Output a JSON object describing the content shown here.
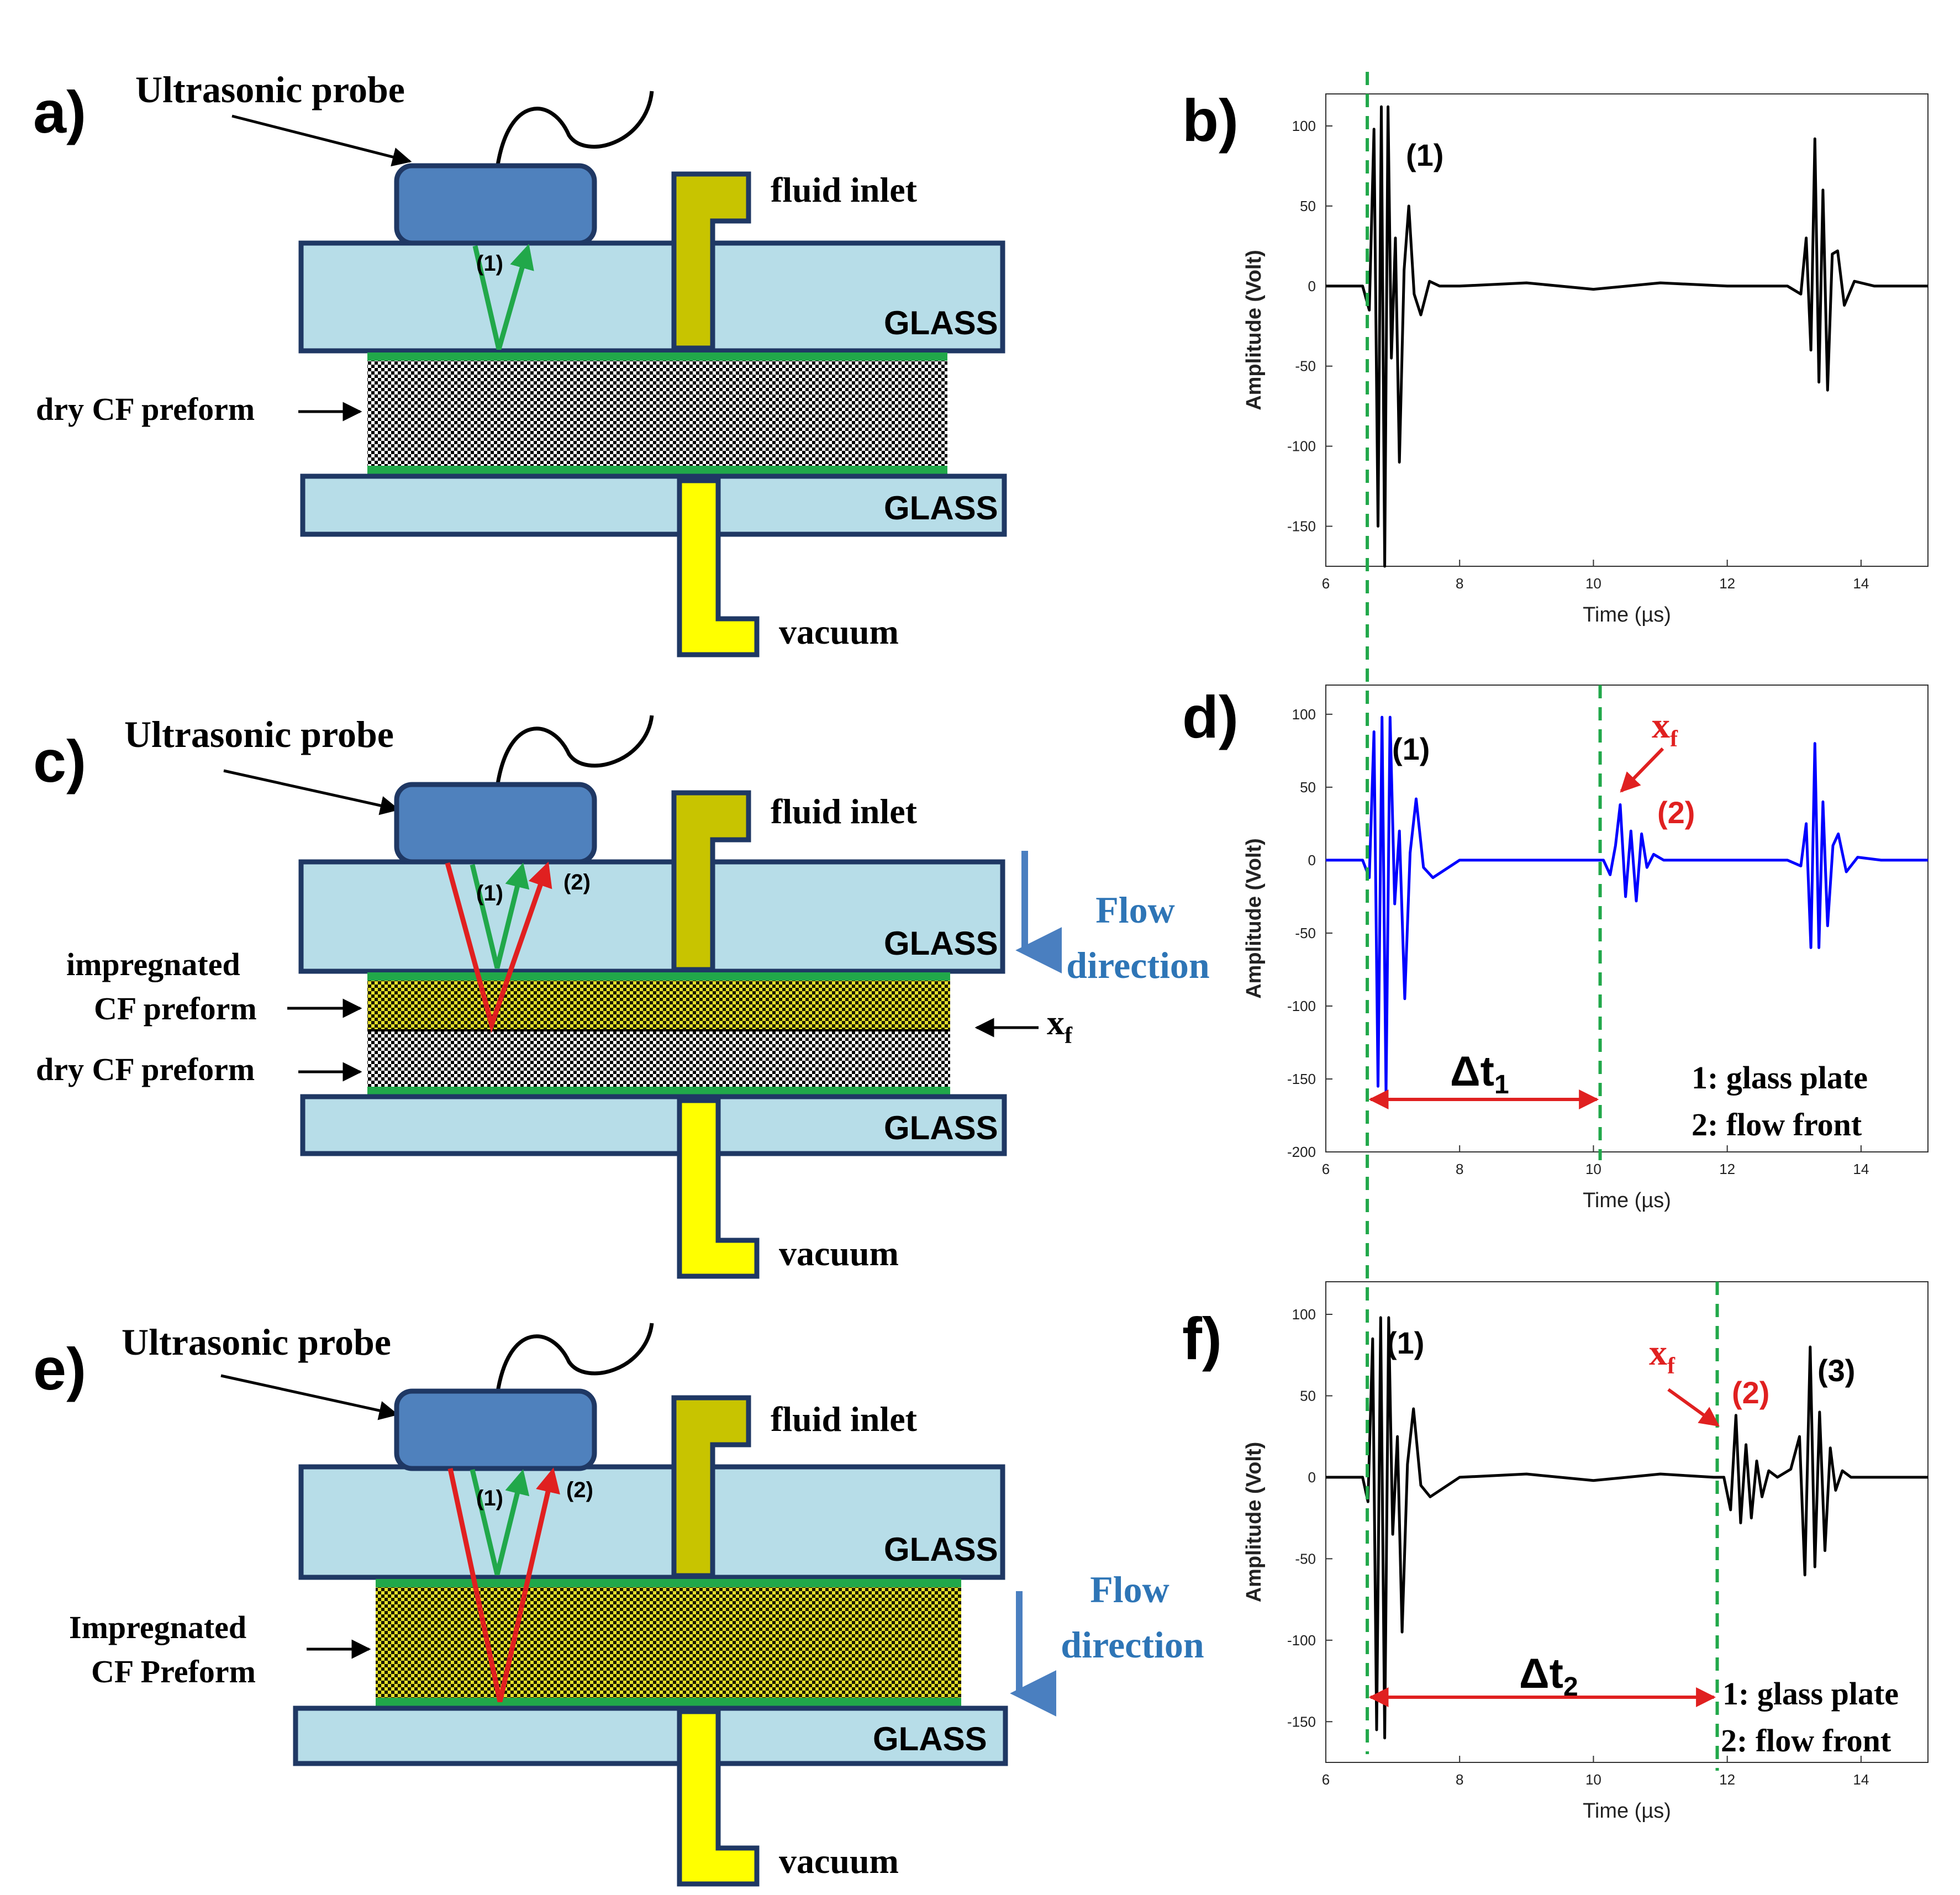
{
  "colors": {
    "glass": "#b7dde8",
    "glass_edge": "#1f3864",
    "probe": "#4f81bd",
    "inlet": "#c8c400",
    "vacuum": "#ffff00",
    "green_ray": "#21a84a",
    "red_ray": "#e02020",
    "flow_text": "#2e75b6",
    "dashed": "#21a84a"
  },
  "panels": {
    "a": {
      "letter": "a)",
      "probe": "Ultrasonic probe",
      "fluid_inlet": "fluid inlet",
      "glass_top": "GLASS",
      "glass_bottom": "GLASS",
      "preform": "dry  CF preform",
      "vacuum": "vacuum",
      "ray1": "(1)"
    },
    "c": {
      "letter": "c)",
      "probe": "Ultrasonic probe",
      "fluid_inlet": "fluid inlet",
      "glass_top": "GLASS",
      "glass_bottom": "GLASS",
      "impreg_1": "impregnated",
      "impreg_2": "CF preform",
      "dry": "dry  CF preform",
      "xf": "x",
      "xf_sub": "f",
      "vacuum": "vacuum",
      "ray1": "(1)",
      "ray2": "(2)",
      "flow_1": "Flow",
      "flow_2": "direction"
    },
    "e": {
      "letter": "e)",
      "probe": "Ultrasonic probe",
      "fluid_inlet": "fluid inlet",
      "glass_top": "GLASS",
      "glass_bottom": "GLASS",
      "impreg_1": "Impregnated",
      "impreg_2": "CF Preform",
      "vacuum": "vacuum",
      "ray1": "(1)",
      "ray2": "(2)",
      "flow_1": "Flow",
      "flow_2": "direction"
    },
    "b": {
      "letter": "b)",
      "peak1": "(1)"
    },
    "d": {
      "letter": "d)",
      "peak1": "(1)",
      "peak2": "(2)",
      "xf": "x",
      "xf_sub": "f",
      "dt": "Δt",
      "dt_sub": "1",
      "legend_1": "1: glass plate",
      "legend_2": "2: flow front"
    },
    "f": {
      "letter": "f)",
      "peak1": "(1)",
      "peak2": "(2)",
      "peak3": "(3)",
      "xf": "x",
      "xf_sub": "f",
      "dt": "Δt",
      "dt_sub": "2",
      "legend_1": "1: glass plate",
      "legend_2": "2: flow front"
    }
  },
  "chart_data": [
    {
      "panel": "b",
      "type": "line",
      "xlabel": "Time (µs)",
      "ylabel": "Amplitude (Volt)",
      "xlim": [
        6,
        15
      ],
      "ylim": [
        -175,
        120
      ],
      "xticks": [
        "6",
        "8",
        "10",
        "12",
        "14"
      ],
      "yticks": [
        "100",
        "50",
        "0",
        "-50",
        "-100",
        "-150"
      ],
      "line_color": "#000000",
      "series": [
        {
          "x": [
            6.0,
            6.55,
            6.65,
            6.72,
            6.78,
            6.83,
            6.88,
            6.93,
            6.98,
            7.04,
            7.1,
            7.17,
            7.24,
            7.32,
            7.42,
            7.55,
            7.7,
            8.0,
            9.0,
            10.0,
            11.0,
            12.0,
            12.9,
            13.1,
            13.18,
            13.25,
            13.31,
            13.37,
            13.43,
            13.5,
            13.57,
            13.65,
            13.75,
            13.9,
            14.2,
            15.0
          ],
          "y": [
            0,
            0,
            -15,
            98,
            -150,
            112,
            -175,
            112,
            -45,
            30,
            -110,
            10,
            50,
            -5,
            -18,
            3,
            0,
            0,
            2,
            -2,
            2,
            0,
            0,
            -5,
            30,
            -40,
            92,
            -60,
            60,
            -65,
            20,
            22,
            -12,
            3,
            0,
            0
          ]
        }
      ],
      "vlines": [
        6.62
      ]
    },
    {
      "panel": "d",
      "type": "line",
      "xlabel": "Time (µs)",
      "ylabel": "Amplitude (Volt)",
      "xlim": [
        6,
        15
      ],
      "ylim": [
        -200,
        120
      ],
      "xticks": [
        "6",
        "8",
        "10",
        "12",
        "14"
      ],
      "yticks": [
        "100",
        "50",
        "0",
        "-50",
        "-100",
        "-150",
        "-200"
      ],
      "line_color": "#0000ff",
      "series": [
        {
          "x": [
            6.0,
            6.55,
            6.65,
            6.72,
            6.78,
            6.84,
            6.9,
            6.96,
            7.03,
            7.1,
            7.18,
            7.26,
            7.35,
            7.46,
            7.6,
            8.0,
            9.0,
            10.0,
            10.15,
            10.25,
            10.33,
            10.4,
            10.48,
            10.56,
            10.64,
            10.72,
            10.8,
            10.9,
            11.05,
            12.0,
            12.9,
            13.1,
            13.18,
            13.25,
            13.31,
            13.37,
            13.43,
            13.5,
            13.58,
            13.66,
            13.78,
            13.95,
            14.3,
            15.0
          ],
          "y": [
            0,
            0,
            -12,
            88,
            -155,
            98,
            -160,
            98,
            -30,
            20,
            -95,
            5,
            42,
            -5,
            -12,
            0,
            0,
            0,
            0,
            -10,
            10,
            38,
            -25,
            20,
            -28,
            18,
            -5,
            4,
            0,
            0,
            0,
            -4,
            25,
            -60,
            80,
            -60,
            40,
            -45,
            10,
            18,
            -8,
            2,
            0,
            0
          ]
        }
      ],
      "vlines": [
        6.62,
        10.1
      ],
      "dt_arrow": [
        6.62,
        10.1
      ]
    },
    {
      "panel": "f",
      "type": "line",
      "xlabel": "Time (µs)",
      "ylabel": "Amplitude (Volt)",
      "xlim": [
        6,
        15
      ],
      "ylim": [
        -175,
        120
      ],
      "xticks": [
        "6",
        "8",
        "10",
        "12",
        "14"
      ],
      "yticks": [
        "100",
        "50",
        "0",
        "-50",
        "-100",
        "-150"
      ],
      "line_color": "#000000",
      "series": [
        {
          "x": [
            6.0,
            6.55,
            6.63,
            6.7,
            6.76,
            6.82,
            6.88,
            6.94,
            7.0,
            7.07,
            7.14,
            7.22,
            7.31,
            7.42,
            7.56,
            8.0,
            9.0,
            10.0,
            11.0,
            11.8,
            11.95,
            12.05,
            12.13,
            12.2,
            12.28,
            12.36,
            12.44,
            12.52,
            12.62,
            12.75,
            12.95,
            13.08,
            13.16,
            13.24,
            13.31,
            13.38,
            13.46,
            13.54,
            13.62,
            13.72,
            13.85,
            14.1,
            15.0
          ],
          "y": [
            0,
            0,
            -15,
            85,
            -155,
            98,
            -160,
            98,
            -35,
            25,
            -95,
            8,
            42,
            -5,
            -12,
            0,
            2,
            -2,
            2,
            0,
            0,
            -20,
            38,
            -28,
            20,
            -25,
            10,
            -12,
            4,
            0,
            5,
            25,
            -60,
            80,
            -55,
            40,
            -45,
            18,
            -8,
            4,
            0,
            0,
            0
          ]
        }
      ],
      "vlines": [
        6.62,
        11.85
      ],
      "dt_arrow": [
        6.62,
        11.85
      ]
    }
  ]
}
